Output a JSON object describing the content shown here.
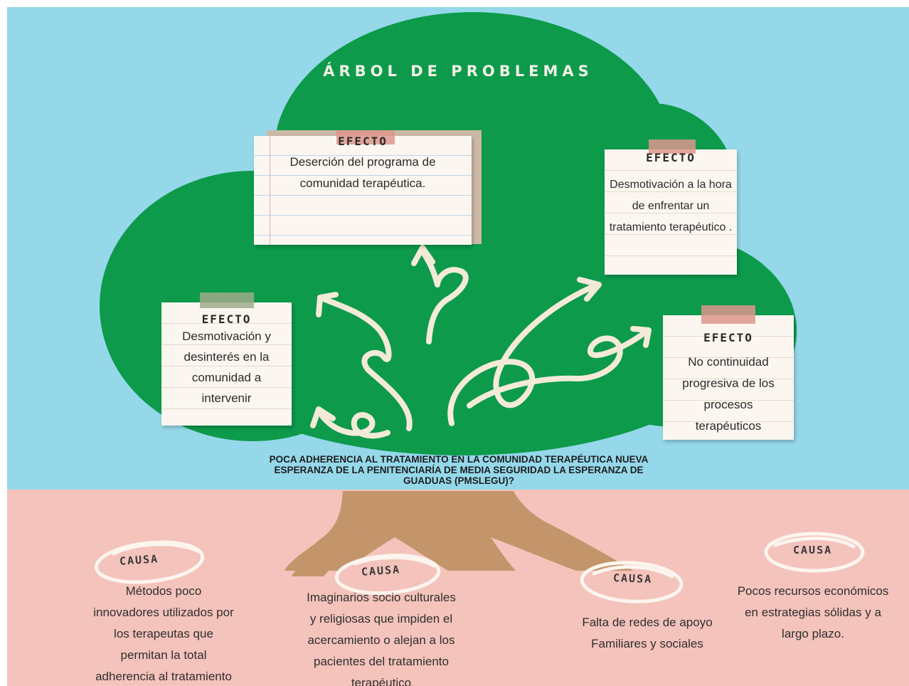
{
  "title": "ÁRBOL DE PROBLEMAS",
  "effects": [
    {
      "label": "EFECTO",
      "text": "Deserción del programa de comunidad terapéutica."
    },
    {
      "label": "EFECTO",
      "text": "Desmotivación a la hora de enfrentar un tratamiento terapéutico ."
    },
    {
      "label": "EFECTO",
      "text": "Desmotivación y desinterés en la comunidad a intervenir"
    },
    {
      "label": "EFECTO",
      "text": "No continuidad progresiva de los procesos terapéuticos"
    }
  ],
  "problem": "POCA ADHERENCIA AL TRATAMIENTO EN LA COMUNIDAD TERAPÉUTICA NUEVA ESPERANZA DE LA PENITENCIARÍA DE MEDIA SEGURIDAD LA ESPERANZA DE GUADUAS (PMSLEGU)?",
  "causes": [
    {
      "label": "CAUSA",
      "text": "Métodos poco innovadores utilizados por los terapeutas que permitan la total adherencia al tratamiento terapéutico.."
    },
    {
      "label": "CAUSA",
      "text": "Imaginarios socio culturales y religiosas que impiden el acercamiento o alejan a los pacientes del tratamiento terapéutico"
    },
    {
      "label": "CAUSA",
      "text": "Falta de redes de apoyo Familiares y sociales"
    },
    {
      "label": "CAUSA",
      "text": "Pocos recursos económicos en estrategias sólidas y a largo plazo."
    }
  ],
  "colors": {
    "sky": "#95d8ea",
    "ground": "#f4c3bb",
    "crown": "#0d9a4b",
    "trunk": "#c4946b",
    "arrows": "#f3ead8",
    "paper": "#fbf7f0"
  }
}
